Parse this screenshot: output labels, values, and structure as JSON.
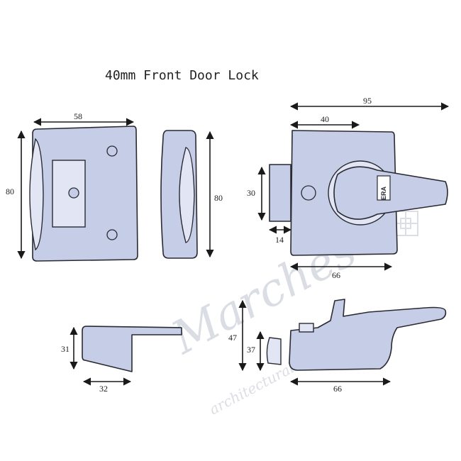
{
  "title": "40mm Front Door Lock",
  "dimensions": {
    "front_width": "58",
    "front_height": "80",
    "side_height": "80",
    "overall_width": "95",
    "case_offset": "40",
    "bolt_height": "30",
    "bolt_projection": "14",
    "case_width": "66",
    "keep_height": "31",
    "keep_width": "32",
    "profile_total_height": "47",
    "profile_case_height": "37",
    "profile_width": "66"
  },
  "badge_text": "ERA",
  "watermark": {
    "script": "Marches",
    "subtitle": "architectural hardware ltd"
  },
  "colors": {
    "part_fill": "#c6cde6",
    "outline": "#2a2a33",
    "watermark": "#bfc3cf"
  }
}
